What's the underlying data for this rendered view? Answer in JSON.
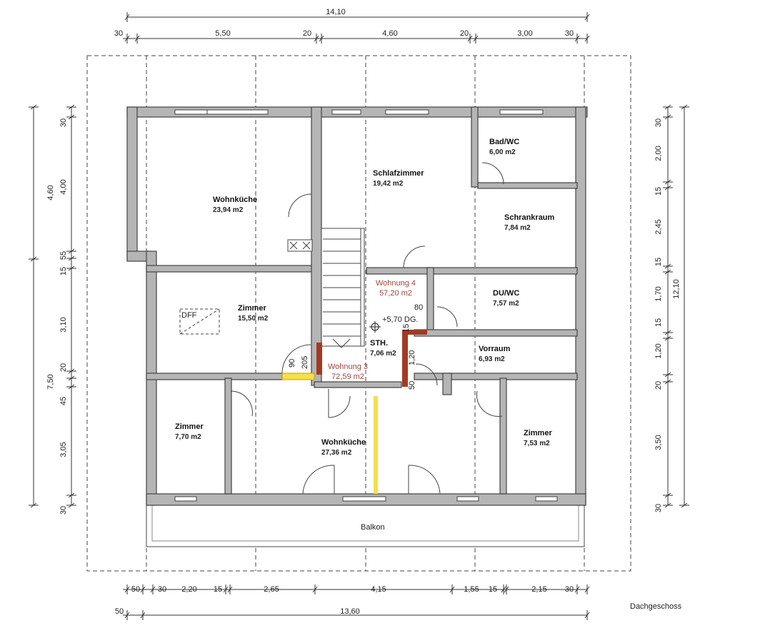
{
  "title": "Dachgeschoss",
  "colors": {
    "wall": "#b5b5b5",
    "fire_wall": "#a33a25",
    "opening": "#f2e14a",
    "unit_label": "#a0473a"
  },
  "rooms": [
    {
      "name": "Bad/WC",
      "area": "6,00 m2"
    },
    {
      "name": "Schlafzimmer",
      "area": "19,42 m2"
    },
    {
      "name": "Wohnküche",
      "area": "23,94 m2"
    },
    {
      "name": "Schrankraum",
      "area": "7,84 m2"
    },
    {
      "name": "Wohnung 4",
      "area": "57,20 m2"
    },
    {
      "name": "DU/WC",
      "area": "7,57 m2"
    },
    {
      "name": "Zimmer",
      "area": "15,50 m2"
    },
    {
      "name": "STH.",
      "area": "7,06 m2"
    },
    {
      "name": "Vorraum",
      "area": "6,93 m2"
    },
    {
      "name": "Wohnung 3",
      "area": "72,59 m2"
    },
    {
      "name": "Zimmer",
      "area": "7,70 m2"
    },
    {
      "name": "Wohnküche",
      "area": "27,36 m2"
    },
    {
      "name": "Zimmer",
      "area": "7,53 m2"
    }
  ],
  "labels": {
    "balkon": "Balkon",
    "dff": "DFF",
    "level": "+5,70 DG.",
    "d80": "80",
    "d90": "90",
    "d205": "205",
    "d120": "1,20",
    "d50": "50",
    "d15": "15"
  },
  "dims": {
    "top_total": "14,10",
    "top": [
      "30",
      "5,50",
      "20",
      "4,60",
      "20",
      "3,00",
      "30"
    ],
    "bottom": [
      "50",
      "30",
      "2,20",
      "15",
      "2,65",
      "4,15",
      "1,55",
      "15",
      "2,15",
      "30"
    ],
    "bottom_total": [
      "50",
      "13,60"
    ],
    "left_outer": [
      "4,60",
      "7,50"
    ],
    "left": [
      "30",
      "4,00",
      "55",
      "15",
      "3,10",
      "20",
      "45",
      "3,05",
      "30"
    ],
    "right": [
      "30",
      "2,00",
      "15",
      "2,45",
      "15",
      "1,70",
      "15",
      "1,20",
      "20",
      "3,50",
      "30"
    ],
    "right_total": "12,10"
  }
}
